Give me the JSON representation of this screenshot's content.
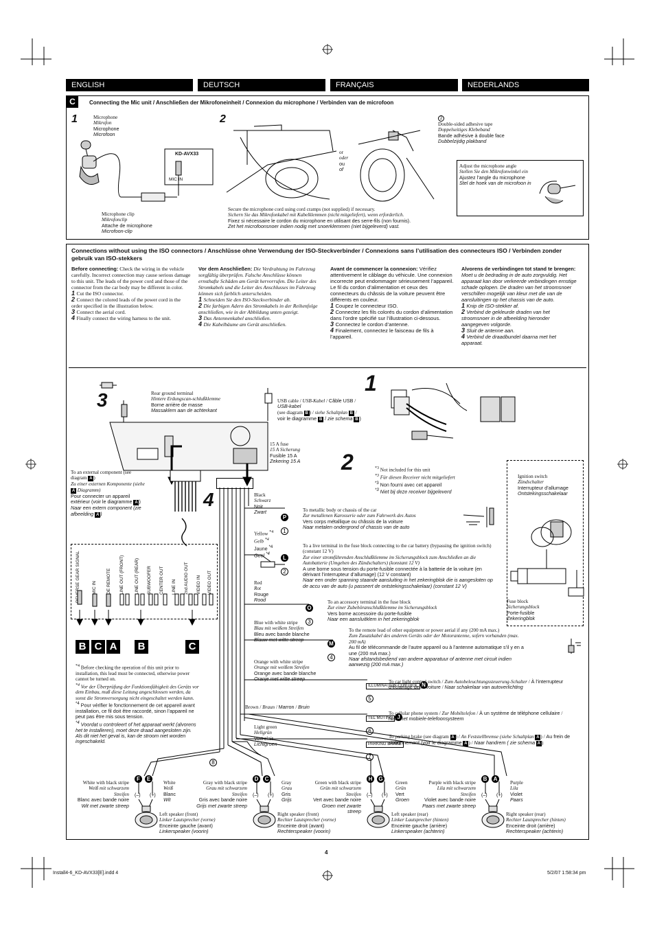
{
  "languages": [
    "ENGLISH",
    "DEUTSCH",
    "FRANÇAIS",
    "NEDERLANDS"
  ],
  "section_c": {
    "letter": "C",
    "title": "Connecting the Mic unit / Anschließen der Mikrofoneinheit / Connexion du microphone / Verbinden van de microfoon",
    "step1": "1",
    "step2": "2",
    "mic_en": "Microphone",
    "mic_de": "Mikrofon",
    "mic_fr": "Microphone",
    "mic_nl": "Microfoon",
    "model": "KD-AVX33",
    "mic_in": "MIC IN",
    "clip_en": "Microphone clip",
    "clip_de": "Mikrofonclip",
    "clip_fr": "Attache de microphone",
    "clip_nl": "Microfoon-clip",
    "or_en": "or",
    "or_de": "oder",
    "or_fr": "ou",
    "or_nl": "of",
    "tape_num": "2",
    "tape_en": "Double-sided adhesive tape",
    "tape_de": "Doppelseitiges Klebeband",
    "tape_fr": "Bande adhésive à double face",
    "tape_nl": "Dubbelzijdig plakband",
    "angle_en": "Adjust the microphone angle",
    "angle_de": "Stellen Sie den Mikrofonwinkel ein",
    "angle_fr": "Ajustez l’angle du microphone",
    "angle_nl": "Stel de hoek van de microfoon in",
    "cord_en": "Secure the microphone cord using cord cramps (not supplied) if necessary.",
    "cord_de": "Sichern Sie das Mikrofonkabel mit Kabelklemmen (nicht mitgeliefert), wenn erforderlich.",
    "cord_fr": "Fixez si nécessaire le cordon du microphone en utilisant des serre-fils (non fournis).",
    "cord_nl": "Zet het microfoonsnoer indien nodig met snoerklemmen (niet bijgeleverd) vast."
  },
  "section_iso": {
    "title": "Connections without using the ISO connectors / Anschlüsse ohne Verwendung der ISO-Steckverbinder / Connexions sans l’utilisation des connecteurs ISO / Verbinden zonder gebruik van ISO-stekkers",
    "en_head": "Before connecting:",
    "en_body": "Check the wiring in the vehicle carefully. Incorrect connection may cause serious damage to this unit. The leads of the power cord and those of the connector from the car body may be different in color.",
    "en_steps": [
      "Cut the ISO connector.",
      "Connect the colored leads of the power cord in the order specified in the illustration below.",
      "Connect the aerial cord.",
      "Finally connect the wiring harness to the unit."
    ],
    "de_head": "Vor dem Anschließen:",
    "de_body": "Die Verdrahtung im Fahrzeug sorgfältig überprüfen. Falsche Anschlüsse können ernsthafte Schäden am Gerät hervorrufen. Die Leiter des Stromkabels und die Leiter des Anschlusses im Fahrzeug können sich farblich unterscheiden.",
    "de_steps": [
      "Schneiden Sie den ISO-Steckverbinder ab.",
      "Die farbigen Adern des Stromkabels in der Reihenfolge anschließen, wie in der Abbildung unten gezeigt.",
      "Das Antennenkabel anschließen.",
      "Die Kabelbäume am Gerät anschließen."
    ],
    "fr_head": "Avant de commencer la connexion:",
    "fr_body": "Vérifiez attentivement le câblage du véhicule. Une connexion incorrecte peut endommager sérieusement l’appareil. Le fil du cordon d’alimentation et ceux des connecteurs du châssis de la voiture peuvent être différents en couleur.",
    "fr_steps": [
      "Coupez le connecteur ISO.",
      "Connectez les fils colorés du cordon d’alimentation dans l’ordre spécifié sur l’illustration ci-dessous.",
      "Connectez le cordon d’antenne.",
      "Finalement, connectez le faisceau de fils à l’appareil."
    ],
    "nl_head": "Alvorens de verbindingen tot stand te brengen:",
    "nl_body": "Moet u de bedrading in de auto zorgvuldig. Het apparaat kan door verkeerde verbindingen ernstige schade oplopen. De draden van het stroomsnoer verschillen mogelijk van kleur met die van de aansluitingen op het chassis van de auto.",
    "nl_steps": [
      "Knip de ISO-stekker af.",
      "Verbind de gekleurde draden van het stroomsnoer in de afbeelding hieronder aangegeven volgorde.",
      "Sluit de antenne aan.",
      "Verbind de draadbundel daarna met het apparaat."
    ]
  },
  "wiring": {
    "big3": "3",
    "big1": "1",
    "big2": "2",
    "big4": "4",
    "rear_ground_en": "Rear ground terminal",
    "rear_ground_de": "Hintere Erdungscan-schlußklemme",
    "rear_ground_fr": "Borne arrière de masse",
    "rear_ground_nl": "Massaklem aan de achterkant",
    "usb_en": "USB cable",
    "usb_de": "USB-Kabel",
    "usb_fr": "Câble USB",
    "usb_nl": "USB-kabel",
    "usb_see": "(see diagram",
    "usb_see_de": "siehe Schaltplan",
    "usb_see_fr": "voir le diagramme",
    "usb_see_nl": "zie schema",
    "fuse_en": "15 A fuse",
    "fuse_de": "15 A Sicherung",
    "fuse_fr": "Fusible 15 A",
    "fuse_nl": "Zekering 15 A",
    "ext_en": "To an external component (see diagram",
    "ext_de": "Zu einer externen Komponente (siehe",
    "ext_de2": "Diagramm)",
    "ext_fr": "Pour connecter un appareil extérieur (voir le diagramme",
    "ext_nl": "Naar een extern component (zie afbeelding",
    "notes": {
      "n3_en": "Not included for this unit",
      "n3_de": "Für diesen Receiver nicht mitgeliefert",
      "n3_fr": "Non fourni avec cet appareil",
      "n3_nl": "Niet bij deze receiver bijgeleverd",
      "m3": "*3"
    },
    "ignition_en": "Ignition switch",
    "ignition_de": "Zündschalter",
    "ignition_fr": "Interrupteur d’allumage",
    "ignition_nl": "Ontstekingsschakelaar",
    "fuseblock_en": "Fuse block",
    "fuseblock_de": "Sicherungsblock",
    "fuseblock_fr": "Porte-fusible",
    "fuseblock_nl": "Zekeringblok",
    "vert_labels": [
      "REVERSE GEAR SIGNAL",
      "MIC IN",
      "OE REMOTE",
      "LINE OUT (FRONT)",
      "LINE OUT (REAR)",
      "SUBWOOFER",
      "CENTER OUT",
      "LINE IN",
      "2nd AUDIO OUT",
      "VIDEO IN",
      "VIDEO OUT"
    ],
    "ref_letters": [
      "B",
      "C",
      "A",
      "B",
      "C"
    ],
    "wires": [
      {
        "tag": "P",
        "num": "1",
        "c_en": "Black",
        "c_de": "Schwarz",
        "c_fr": "Noir",
        "c_nl": "Zwart",
        "en": "To metallic body or chassis of the car",
        "de": "Zur metallenen Karosserie oder zum Fahrwerk des Autos",
        "fr": "Vers corps métallique ou châssis de la voiture",
        "nl": "Naar metalen ondergrond of chassis van de auto"
      },
      {
        "tag": "L",
        "num": "2",
        "c_en": "Yellow",
        "c_de": "Gelb",
        "c_fr": "Jaune",
        "c_nl": "Geel",
        "mark": "*4",
        "en": "To a live terminal in the fuse block connecting to the car battery (bypassing the ignition switch) (constant 12 V)",
        "de": "Zur einer stromführenden Anschlußklemme im Sicherungsblock zum Anschließen an die Autobatterie (Umgehen des Zündschalters) (konstant 12 V)",
        "fr": "A une borne sous tension du porte-fusible connectée à la batterie de la voiture (en dérivant l’interrupteur d’allumage) (12 V constant)",
        "nl": "Naar een onder spanning staande aansluiting in het zekeringblok die is aangesloten op de accu van de auto (u passeert de ontstekingsschakelaar) (constant 12 V)"
      },
      {
        "tag": "O",
        "num": "3",
        "c_en": "Red",
        "c_de": "Rot",
        "c_fr": "Rouge",
        "c_nl": "Rood",
        "en": "To an accessory terminal in the fuse block",
        "de": "Zur einer Zubehöranschlußklemme im Sicherungsblock",
        "fr": "Vers borne accessoire du porte-fusible",
        "nl": "Naar een aansluitklem in het zekeringblok"
      },
      {
        "tag": "M",
        "num": "4",
        "c_en": "Blue with white stripe",
        "c_de": "Blau mit weißem Streifen",
        "c_fr": "Bleu avec bande blanche",
        "c_nl": "Blauw met witte streep",
        "en": "To the remote lead of other equipment or power aerial if any (200 mA max.)",
        "de": "Zum Zusatzkabel des anderen Geräts oder der Motorantenne, sofern vorhanden (max. 200 mA)",
        "fr": "Au fil de télécommande de l’autre appareil ou à l’antenne automatique s’il y en a une (200 mA max.)",
        "nl": "Naar afstandsbediend van andere apparatuur of antenne met circuit indien aanwezig (200 mA max.)"
      },
      {
        "tag": "N",
        "num": "5",
        "c_en": "Orange with white stripe",
        "c_de": "Orange mit weißem Streifen",
        "c_fr": "Orange avec bande blanche",
        "c_nl": "Oranje met witte streep",
        "box": "ILLUMINATION CONTROL",
        "en": "To car light control switch",
        "de": "Zum Autobeleuchtungssteuerung-Schalter",
        "fr": "À l’interrupteur d’éclairage de la voiture",
        "nl": "Naar schakelaar van autoverlichting"
      },
      {
        "tag": "J",
        "num": "6",
        "c_en": "Brown",
        "c_de": "Braun",
        "c_fr": "Marron",
        "c_nl": "Bruin",
        "box": "TEL MUTING",
        "en": "To cellular phone system",
        "de": "Zur Mobiltelefon",
        "fr": "À un système de téléphone cellulaire",
        "nl": "Naar het mobiele-telefoonsysteem"
      },
      {
        "tag": "",
        "num": "7",
        "c_en": "Light green",
        "c_de": "Hellgrün",
        "c_fr": "Vert clair",
        "c_nl": "Lichtgroen",
        "box": "PARKING BRAKE",
        "en": "To parking brake (see diagram",
        "de": "An Feststellbremse (siehe Schaltplan",
        "fr": "Au frein de stationnement (voir le diagramme",
        "nl": "Naar handrem ( zie schema"
      }
    ],
    "num8": "8",
    "caution_mark": "*4",
    "caution_en": "Before checking the operation of this unit prior to installation, this lead must be connected, otherwise power cannot be turned on.",
    "caution_de": "Vor der Überprüfung der Funktionsfähigkeit des Geräts vor dem Einbau, muß diese Leitung angeschlossen werden, da sonst die Stromversorgung nicht eingeschaltet werden kann.",
    "caution_fr": "Pour vérifier le fonctionnement de cet appareil avant installation, ce fil doit être raccordé, sinon l’appareil ne peut pas être mis sous tension.",
    "caution_nl": "Voordat u controleert of het apparaat werkt (alvorens het te installeren), moet deze draad aangesloten zijn. Als dit niet het geval is, kan de stroom niet worden ingeschakeld.",
    "speakers": [
      {
        "t1": "F",
        "t2": "E",
        "left_en": "White with black stripe",
        "left_de": "Weiß mit schwarzem Streifen",
        "left_fr": "Blanc avec bande noire",
        "left_nl": "Wit met zwarte streep",
        "right_en": "White",
        "right_de": "Weiß",
        "right_fr": "Blanc",
        "right_nl": "Wit",
        "sp_en": "Left speaker (front)",
        "sp_de": "Linker Lautsprecher (vorne)",
        "sp_fr": "Enceinte gauche (avant)",
        "sp_nl": "Linkerspeaker (voorin)"
      },
      {
        "t1": "D",
        "t2": "C",
        "left_en": "Gray with black stripe",
        "left_de": "Grau mit schwarzem Streifen",
        "left_fr": "Gris avec bande noire",
        "left_nl": "Grijs met zwarte streep",
        "right_en": "Gray",
        "right_de": "Grau",
        "right_fr": "Gris",
        "right_nl": "Grijs",
        "sp_en": "Right speaker (front)",
        "sp_de": "Rechter Lautsprecher (vorne)",
        "sp_fr": "Enceinte droit (avant)",
        "sp_nl": "Rechterspeaker (voorin)"
      },
      {
        "t1": "H",
        "t2": "G",
        "left_en": "Green with black stripe",
        "left_de": "Grün mit schwarzem Streifen",
        "left_fr": "Vert avec bande noire",
        "left_nl": "Groen met zwarte streep",
        "right_en": "Green",
        "right_de": "Grün",
        "right_fr": "Vert",
        "right_nl": "Groen",
        "sp_en": "Left speaker (rear)",
        "sp_de": "Linker Lautsprecher (hinten)",
        "sp_fr": "Enceinte gauche (arrière)",
        "sp_nl": "Linkerspeaker (achterin)"
      },
      {
        "t1": "B",
        "t2": "A",
        "left_en": "Purple with black stripe",
        "left_de": "Lila mit schwarzem Streifen",
        "left_fr": "Violet avec bande noire",
        "left_nl": "Paars met zwarte streep",
        "right_en": "Purple",
        "right_de": "Lila",
        "right_fr": "Violet",
        "right_nl": "Paars",
        "sp_en": "Right speaker (rear)",
        "sp_de": "Rechter Lautsprecher (hinten)",
        "sp_fr": "Enceinte droit (arrière)",
        "sp_nl": "Rechterspeaker (achterin)"
      }
    ]
  },
  "footer": {
    "page": "4",
    "file": "Install4-6_KD-AVX33[E].indd   4",
    "stamp": "5/2/07   1:58:34 pm"
  }
}
